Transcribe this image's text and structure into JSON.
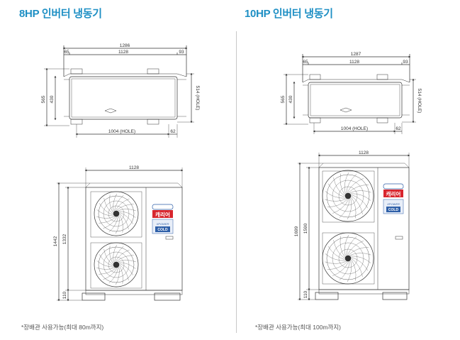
{
  "left": {
    "title": "8HP 인버터 냉동기",
    "note": "*장배관 사용가능(최대 80m까지)",
    "top_view": {
      "overall_width": "1286",
      "left_offset": "65",
      "body_width": "1128",
      "right_offset": "93",
      "depth": "565",
      "depth_inner": "430",
      "hole_depth": "514 (HOLE)",
      "hole_width": "1004 (HOLE)",
      "hole_offset": "62"
    },
    "front_view": {
      "width": "1128",
      "total_height": "1442",
      "body_height": "1332",
      "base_height": "110",
      "brand_logo": "캐리어",
      "badge_line1": "XPOWER",
      "badge_line2": "COLD"
    }
  },
  "right": {
    "title": "10HP 인버터 냉동기",
    "note": "*장배관 사용가능(최대 100m까지)",
    "top_view": {
      "overall_width": "1287",
      "left_offset": "65",
      "body_width": "1128",
      "right_offset": "93",
      "depth": "565",
      "depth_inner": "430",
      "hole_depth": "514 (HOLE)",
      "hole_width": "1004 (HOLE)",
      "hole_offset": "62"
    },
    "front_view": {
      "width": "1128",
      "total_height": "1699",
      "body_height": "1590",
      "base_height": "110",
      "brand_logo": "캐리어",
      "badge_line1": "XPOWER",
      "badge_line2": "COLD"
    }
  },
  "colors": {
    "title": "#1e8fc4",
    "brand_red": "#d8262e",
    "badge_blue": "#2e5fa8",
    "line": "#333333"
  }
}
